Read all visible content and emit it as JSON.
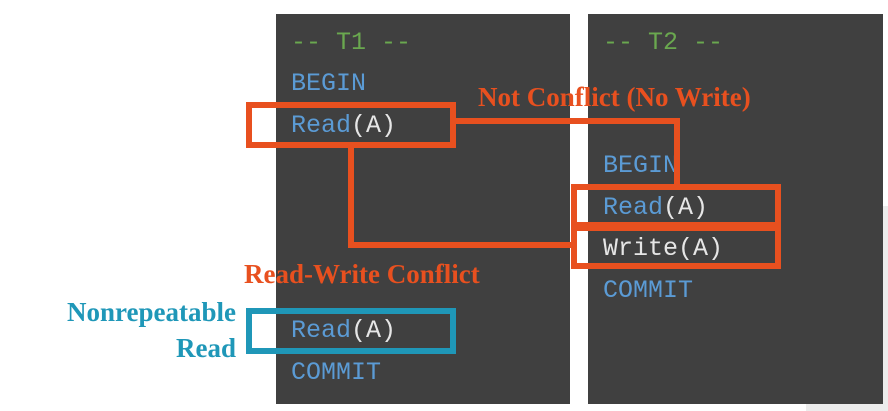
{
  "t1": {
    "header": "-- T1 --",
    "begin": "BEGIN",
    "read1_kw": "Read",
    "read1_arg": "(A)",
    "read2_kw": "Read",
    "read2_arg": "(A)",
    "commit": "COMMIT"
  },
  "t2": {
    "header": "-- T2 --",
    "begin": "BEGIN",
    "read_kw": "Read",
    "read_arg": "(A)",
    "write": "Write(A)",
    "commit": "COMMIT"
  },
  "annotations": {
    "not_conflict": "Not Conflict (No Write)",
    "rw_conflict": "Read-Write Conflict",
    "nonrepeatable_line1": "Nonrepeatable",
    "nonrepeatable_line2": "Read"
  },
  "colors": {
    "panel": "#404040",
    "comment": "#6aa84f",
    "keyword": "#5b9bd5",
    "conflict": "#e8501f",
    "highlight": "#1f97b8"
  }
}
